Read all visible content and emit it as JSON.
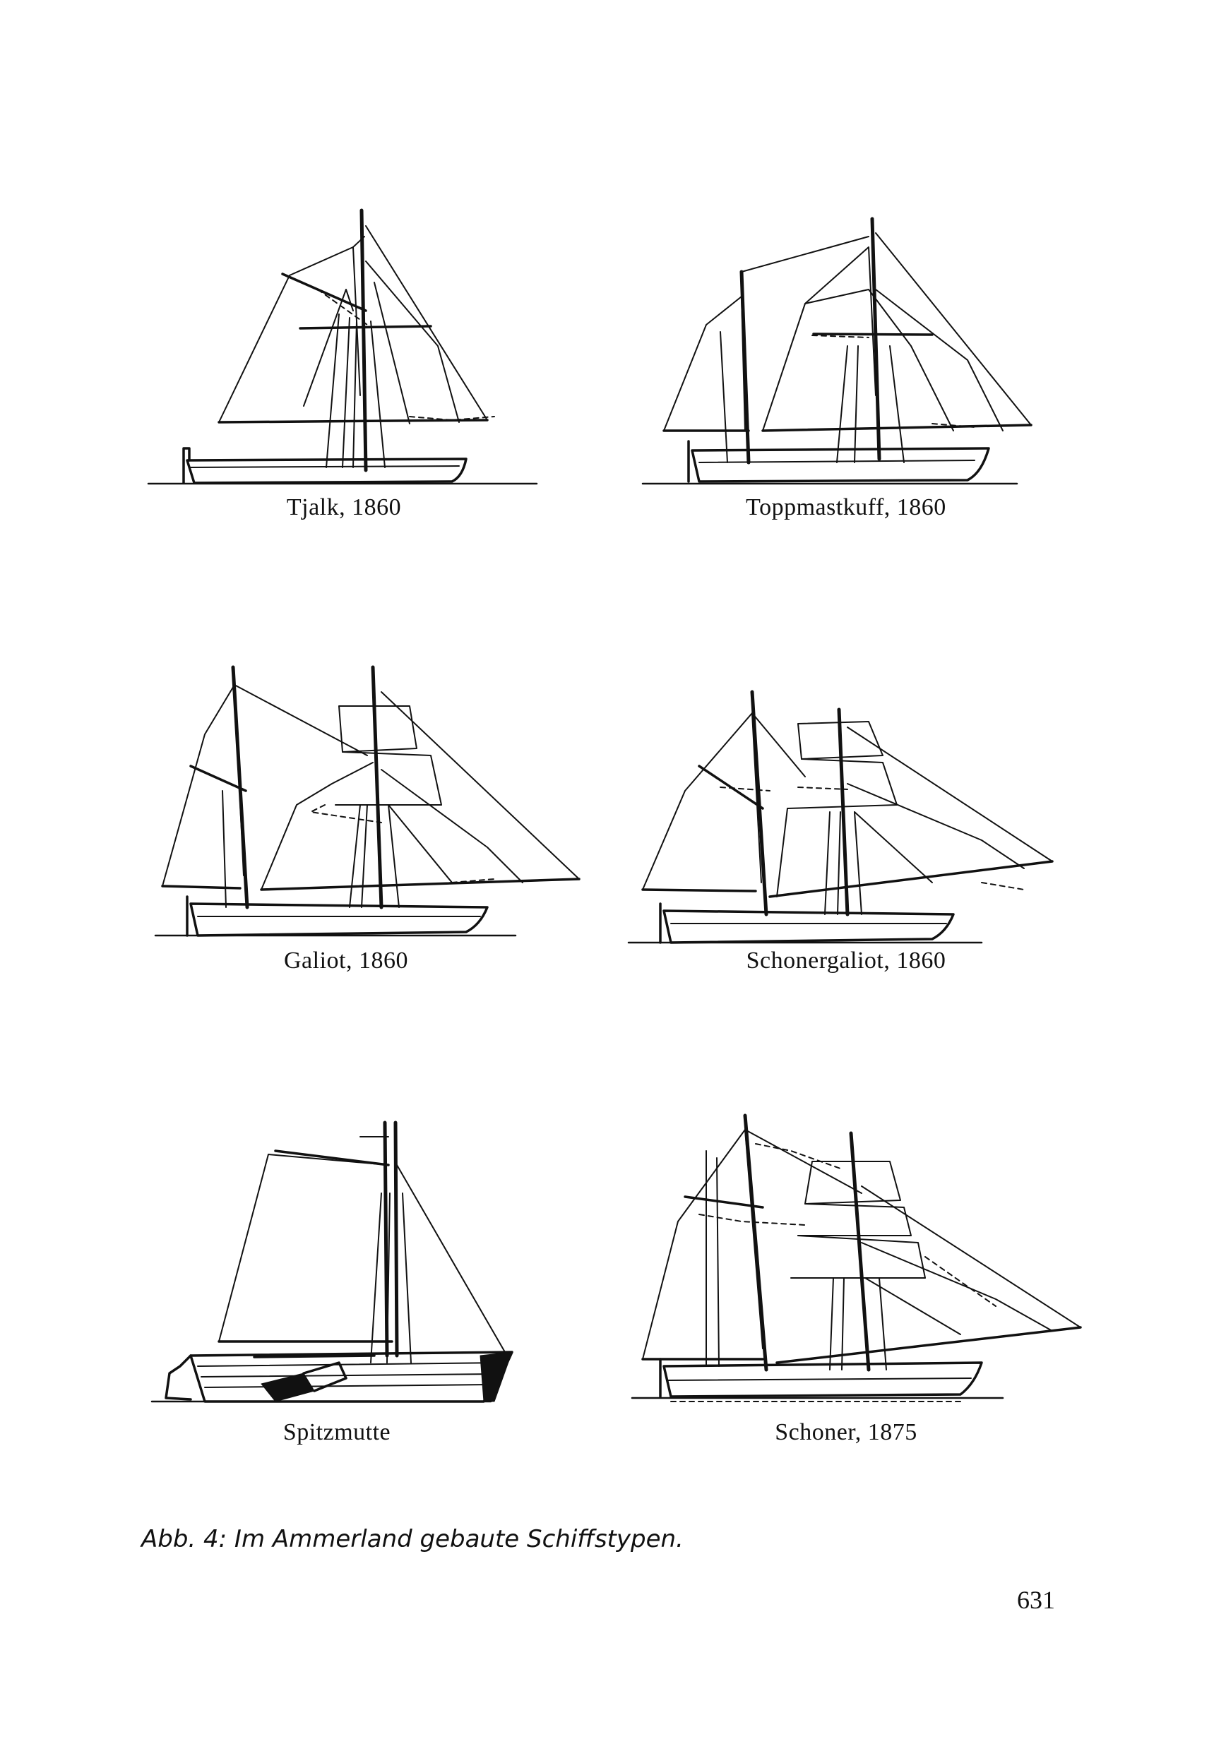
{
  "figures": [
    {
      "label": "Tjalk, 1860",
      "icon": "tjalk-drawing"
    },
    {
      "label": "Toppmastkuff, 1860",
      "icon": "toppmastkuff-drawing"
    },
    {
      "label": "Galiot, 1860",
      "icon": "galiot-drawing"
    },
    {
      "label": "Schonergaliot, 1860",
      "icon": "schonergaliot-drawing"
    },
    {
      "label": "Spitzmutte",
      "icon": "spitzmutte-drawing"
    },
    {
      "label": "Schoner, 1875",
      "icon": "schoner-drawing"
    }
  ],
  "caption": "Abb. 4: Im Ammerland gebaute Schiffstypen.",
  "page_number": "631"
}
